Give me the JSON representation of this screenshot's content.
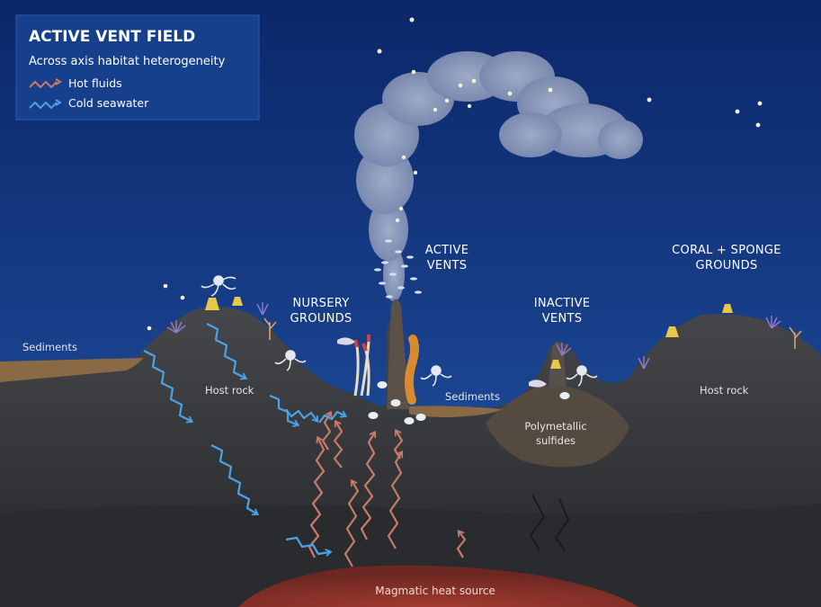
{
  "legend": {
    "title": "ACTIVE VENT FIELD",
    "subtitle": "Across axis habitat heterogeneity",
    "hot_label": "Hot fluids",
    "cold_label": "Cold seawater"
  },
  "labels": {
    "sediments_left": "Sediments",
    "host_rock_left": "Host rock",
    "nursery_line1": "NURSERY",
    "nursery_line2": "GROUNDS",
    "active_line1": "ACTIVE",
    "active_line2": "VENTS",
    "inactive_line1": "INACTIVE",
    "inactive_line2": "VENTS",
    "coral_line1": "CORAL + SPONGE",
    "coral_line2": "GROUNDS",
    "host_rock_right": "Host rock",
    "sediments_center": "Sediments",
    "polymetallic_line1": "Polymetallic",
    "polymetallic_line2": "sulfides",
    "magma": "Magmatic heat source"
  },
  "colors": {
    "ocean_top": "#0c2a70",
    "ocean_bottom": "#1e4f9c",
    "rock_dark": "#333538",
    "rock_mid": "#45474b",
    "sediment": "#8a6a45",
    "hot_fluid": "#c97a6a",
    "cold_water": "#4aa3e8",
    "magma": "#8b2f28",
    "legend_bg": "#163f8c",
    "plume": "#9aa7c4"
  },
  "icons": [
    "hot-fluid-arrow-icon",
    "cold-seawater-arrow-icon",
    "crab-icon",
    "octopus-icon",
    "coral-icon",
    "sponge-icon",
    "shrimp-icon",
    "tubeworm-icon",
    "fish-icon"
  ]
}
